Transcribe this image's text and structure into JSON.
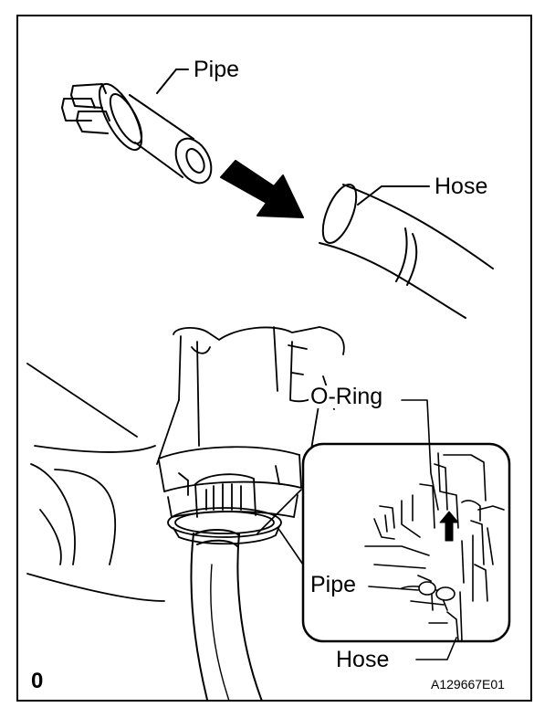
{
  "labels": {
    "pipe_top": "Pipe",
    "hose_top": "Hose",
    "o_ring": "O-Ring",
    "pipe_detail": "Pipe",
    "hose_detail": "Hose"
  },
  "corner_mark": "0",
  "figure_code": "A129667E01"
}
